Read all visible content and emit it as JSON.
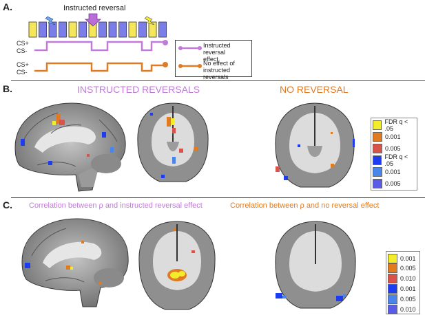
{
  "panel_a": {
    "letter": "A.",
    "instructed_label": "Instructed reversal",
    "cs_plus": "CS+",
    "cs_minus": "CS-",
    "trials": [
      "y",
      "b",
      "b",
      "b",
      "y",
      "b",
      "y",
      "b",
      "b",
      "b",
      "y",
      "b",
      "y",
      "b"
    ],
    "legend_instructed": [
      "Instructed reversal",
      "effect"
    ],
    "legend_no_effect": [
      "No effect of",
      "instructed reversals"
    ],
    "colors": {
      "yellow": "#f5e65a",
      "blue": "#7b7ee8",
      "purple": "#c07ad9",
      "orange": "#e07b22"
    }
  },
  "panel_b": {
    "letter": "B.",
    "title_left": "INSTRUCTED REVERSALS",
    "title_right": "NO REVERSAL",
    "legend": [
      {
        "label": "FDR q < .05",
        "color": "#f3ec2c"
      },
      {
        "label": "0.001",
        "color": "#e07b22"
      },
      {
        "label": "0.005",
        "color": "#d8544a"
      },
      {
        "label": "FDR q < .05",
        "color": "#1f3df0"
      },
      {
        "label": "0.001",
        "color": "#4a86ea"
      },
      {
        "label": "0.005",
        "color": "#5b5ce6"
      }
    ]
  },
  "panel_c": {
    "letter": "C.",
    "title_left": "Correlation between ρ and instructed reversal effect",
    "title_right": "Correlation between ρ and no reversal effect",
    "legend": [
      {
        "label": "0.001",
        "color": "#f3ec2c"
      },
      {
        "label": "0.005",
        "color": "#e07b22"
      },
      {
        "label": "0.010",
        "color": "#d8544a"
      },
      {
        "label": "0.001",
        "color": "#1f3df0"
      },
      {
        "label": "0.005",
        "color": "#4a86ea"
      },
      {
        "label": "0.010",
        "color": "#5b5ce6"
      }
    ]
  }
}
